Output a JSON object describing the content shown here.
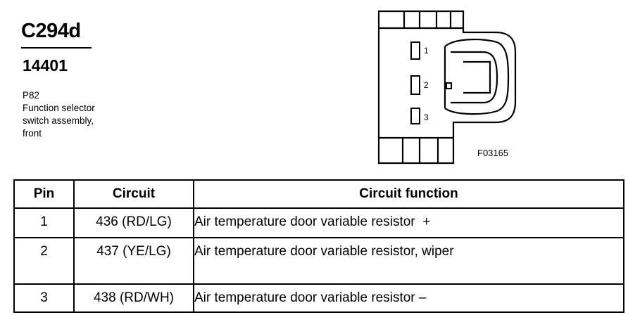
{
  "header": {
    "connector_id": "C294d",
    "part_number": "14401",
    "description_lines": [
      "P82",
      "Function selector",
      "switch assembly,",
      "front"
    ]
  },
  "figure": {
    "code": "F03165",
    "pin_labels": [
      "1",
      "2",
      "3"
    ]
  },
  "table": {
    "headers": [
      "Pin",
      "Circuit",
      "Circuit function"
    ],
    "rows": [
      {
        "pin": "1",
        "circuit": "436 (RD/LG)",
        "function": "Air temperature door variable resistor  +"
      },
      {
        "pin": "2",
        "circuit": "437 (YE/LG)",
        "function": "Air temperature door variable resistor, wiper"
      },
      {
        "pin": "3",
        "circuit": "438 (RD/WH)",
        "function": "Air temperature door variable resistor –"
      }
    ]
  }
}
